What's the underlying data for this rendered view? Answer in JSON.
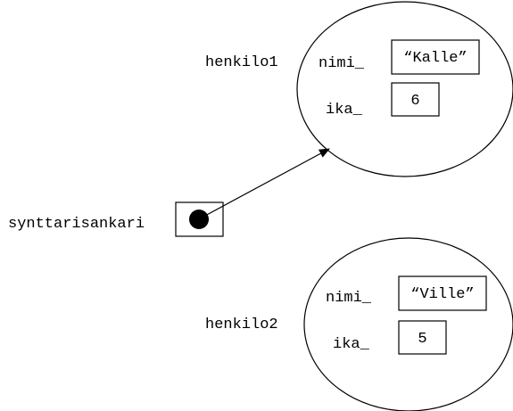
{
  "objects": [
    {
      "name": "henkilo1",
      "fields": [
        {
          "field": "nimi_",
          "value": "“Kalle”"
        },
        {
          "field": "ika_",
          "value": "6"
        }
      ]
    },
    {
      "name": "henkilo2",
      "fields": [
        {
          "field": "nimi_",
          "value": "“Ville”"
        },
        {
          "field": "ika_",
          "value": "5"
        }
      ]
    }
  ],
  "pointer": {
    "name": "synttarisankari",
    "points_to": "henkilo1"
  }
}
